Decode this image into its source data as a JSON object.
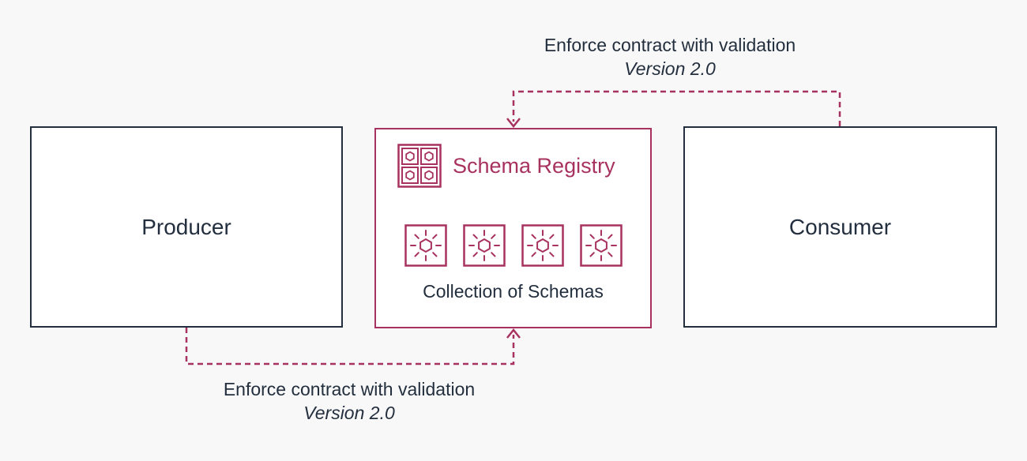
{
  "producer": {
    "label": "Producer"
  },
  "consumer": {
    "label": "Consumer"
  },
  "registry": {
    "title": "Schema Registry",
    "collection_label": "Collection of Schemas",
    "schema_count": 4
  },
  "top_connector": {
    "label": "Enforce contract with validation",
    "version": "Version 2.0"
  },
  "bottom_connector": {
    "label": "Enforce contract with validation",
    "version": "Version 2.0"
  },
  "colors": {
    "accent": "#a8325f",
    "dark": "#232f3e",
    "background": "#f8f8f8"
  },
  "icons": {
    "registry": "schema-registry-icon",
    "schema": "schema-icon"
  }
}
